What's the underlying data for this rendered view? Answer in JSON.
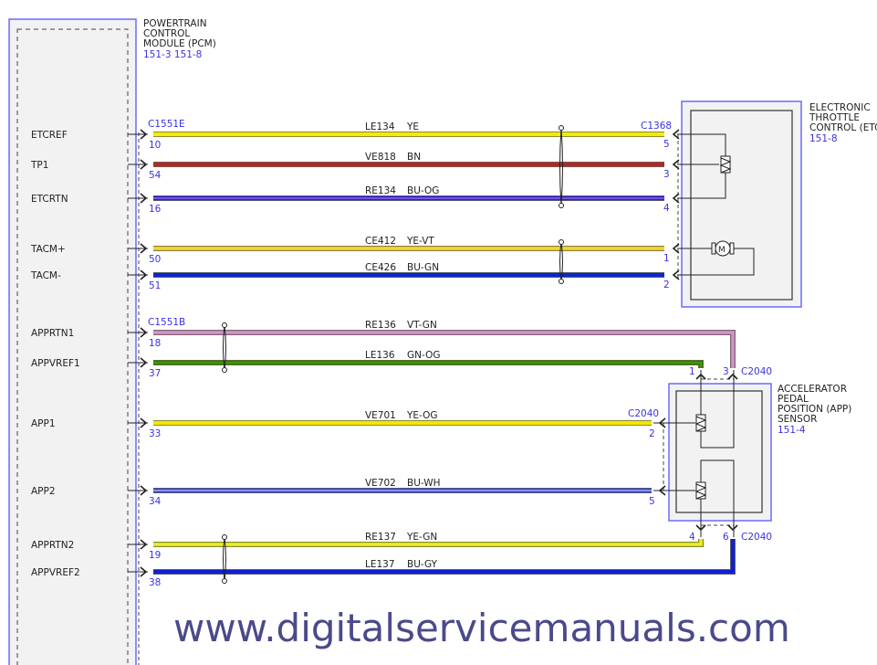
{
  "pcm": {
    "title_lines": [
      "POWERTRAIN",
      "CONTROL",
      "MODULE (PCM)"
    ],
    "ref": "151-3 151-8",
    "connector_upper": "C1551E",
    "connector_lower": "C1551B"
  },
  "etc": {
    "title_lines": [
      "ELECTRONIC",
      "THROTTLE",
      "CONTROL (ETC"
    ],
    "ref": "151-8",
    "connector": "C1368",
    "motor_symbol": "M"
  },
  "app": {
    "title_lines": [
      "ACCELERATOR",
      "PEDAL",
      "POSITION (APP)",
      "SENSOR"
    ],
    "ref": "151-4",
    "connector_top": "C2040",
    "connector_side": "C2040",
    "connector_bottom": "C2040"
  },
  "wires": [
    {
      "pcm_label": "ETCREF",
      "pcm_pin": "10",
      "circuit": "LE134",
      "color_code": "YE",
      "far_pin": "5",
      "color": "#f4ec00",
      "stripe": "#f4ec00"
    },
    {
      "pcm_label": "TP1",
      "pcm_pin": "54",
      "circuit": "VE818",
      "color_code": "BN",
      "far_pin": "3",
      "color": "#b0262a",
      "stripe": "#b0262a"
    },
    {
      "pcm_label": "ETCRTN",
      "pcm_pin": "16",
      "circuit": "RE134",
      "color_code": "BU-OG",
      "far_pin": "4",
      "color": "#2222cc",
      "stripe": "#9a5cff"
    },
    {
      "pcm_label": "TACM+",
      "pcm_pin": "50",
      "circuit": "CE412",
      "color_code": "YE-VT",
      "far_pin": "1",
      "color": "#e8c628",
      "stripe": "#f2dc3a"
    },
    {
      "pcm_label": "TACM-",
      "pcm_pin": "51",
      "circuit": "CE426",
      "color_code": "BU-GN",
      "far_pin": "2",
      "color": "#0a28cc",
      "stripe": "#0a28cc"
    },
    {
      "pcm_label": "APPRTN1",
      "pcm_pin": "18",
      "circuit": "RE136",
      "color_code": "VT-GN",
      "far_pin": "3",
      "color": "#c07cc0",
      "stripe": "#d8a0d8"
    },
    {
      "pcm_label": "APPVREF1",
      "pcm_pin": "37",
      "circuit": "LE136",
      "color_code": "GN-OG",
      "far_pin": "1",
      "color": "#2e7d00",
      "stripe": "#4aa000"
    },
    {
      "pcm_label": "APP1",
      "pcm_pin": "33",
      "circuit": "VE701",
      "color_code": "YE-OG",
      "far_pin": "2",
      "color": "#f4e600",
      "stripe": "#f4e600"
    },
    {
      "pcm_label": "APP2",
      "pcm_pin": "34",
      "circuit": "VE702",
      "color_code": "BU-WH",
      "far_pin": "5",
      "color": "#2a36e6",
      "stripe": "#aab0ff"
    },
    {
      "pcm_label": "APPRTN2",
      "pcm_pin": "19",
      "circuit": "RE137",
      "color_code": "YE-GN",
      "far_pin": "4",
      "color": "#d8e400",
      "stripe": "#f0f040"
    },
    {
      "pcm_label": "APPVREF2",
      "pcm_pin": "38",
      "circuit": "LE137",
      "color_code": "BU-GY",
      "far_pin": "6",
      "color": "#1020d0",
      "stripe": "#1020d0"
    }
  ],
  "watermark": "www.digitalservicemanuals.com"
}
